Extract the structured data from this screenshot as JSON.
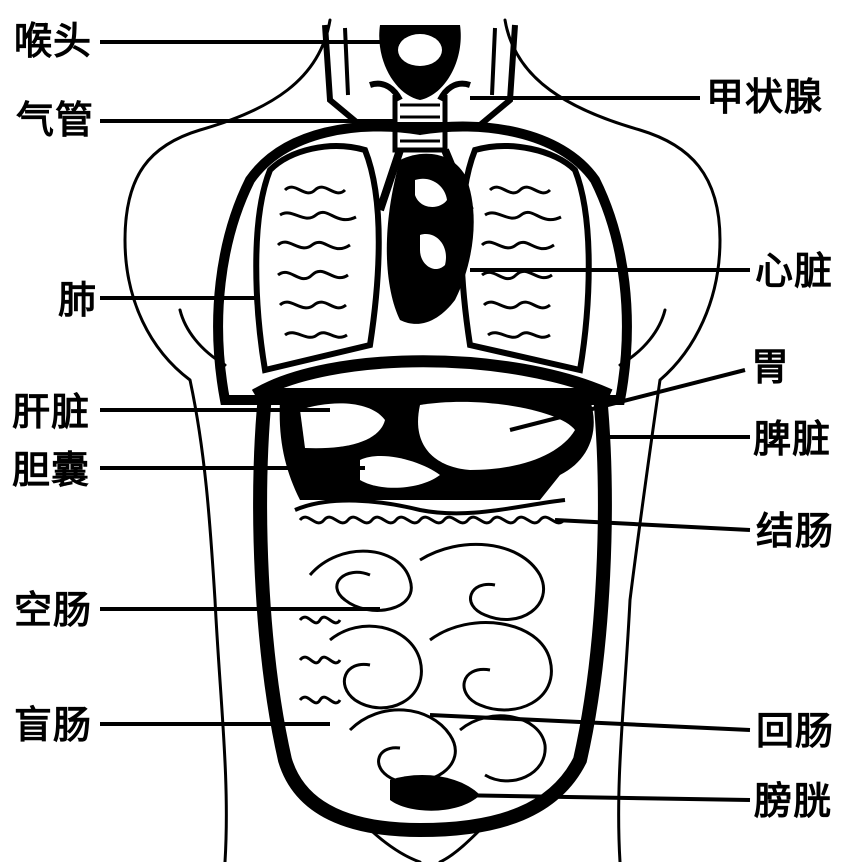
{
  "labels": {
    "larynx": "喉头",
    "trachea": "气管",
    "lung": "肺",
    "liver": "肝脏",
    "gallbladder": "胆囊",
    "jejunum": "空肠",
    "cecum": "盲肠",
    "thyroid": "甲状腺",
    "heart": "心脏",
    "stomach": "胃",
    "spleen": "脾脏",
    "colon": "结肠",
    "ileum": "回肠",
    "bladder": "膀胱"
  },
  "colors": {
    "ink": "#000000",
    "paper": "#ffffff"
  }
}
